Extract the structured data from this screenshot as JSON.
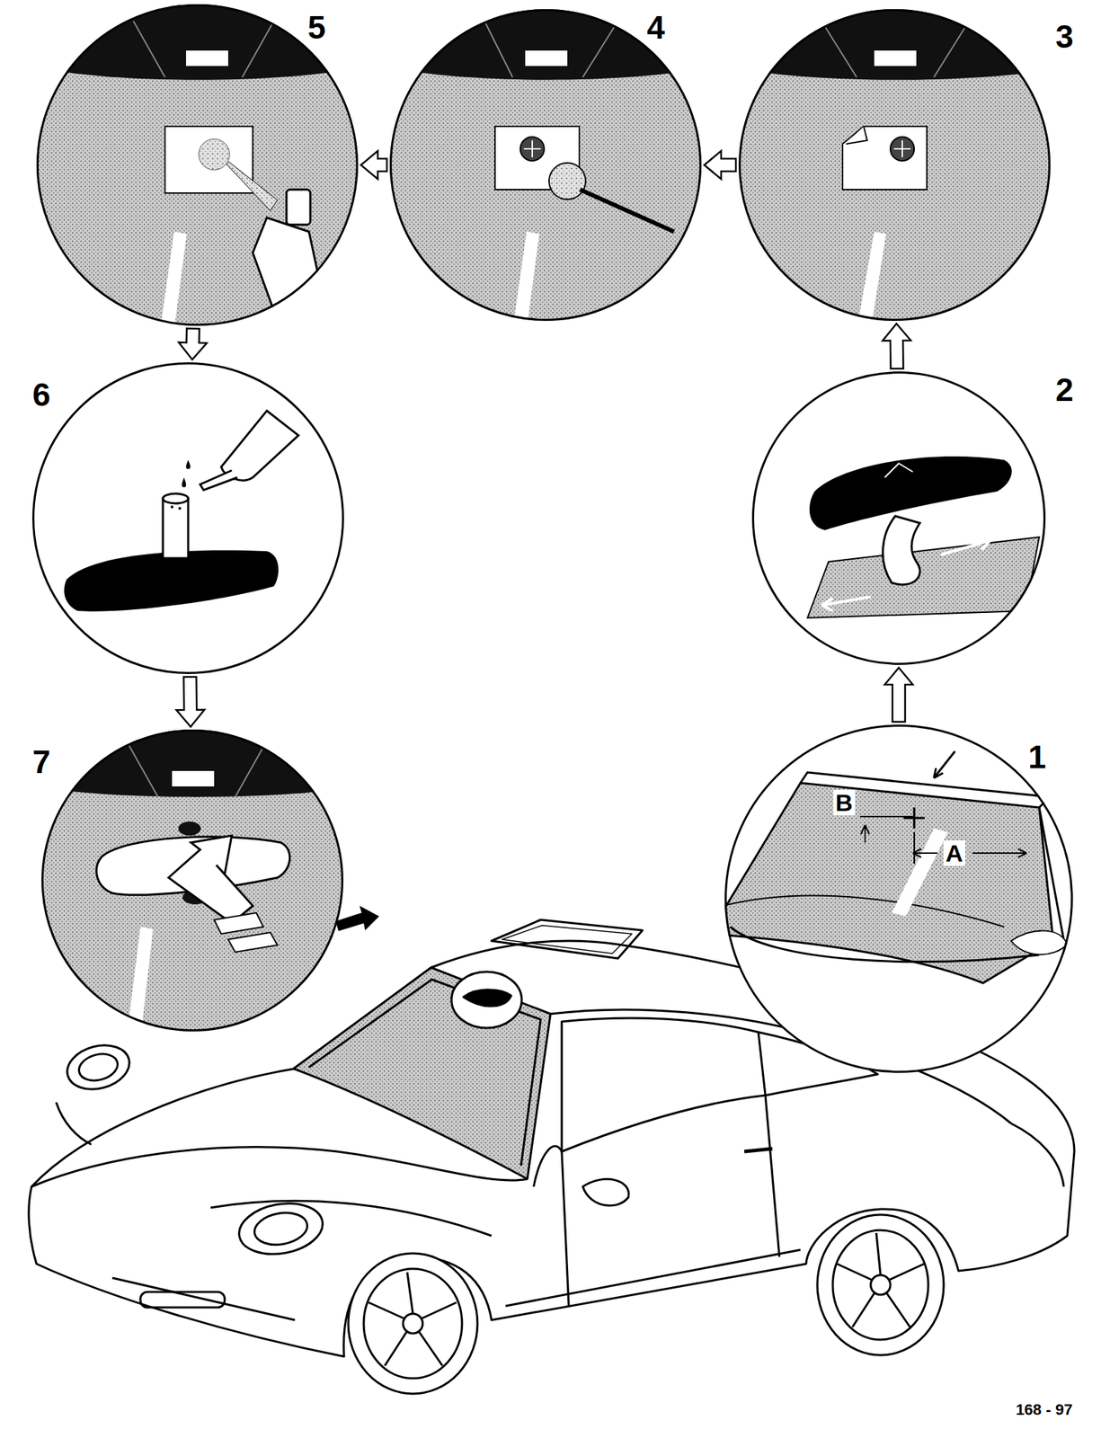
{
  "diagram": {
    "nodes": [
      {
        "text": [
          "1"
        ]
      },
      {
        "text": [
          "2"
        ]
      },
      {
        "text": [
          "3"
        ]
      },
      {
        "text": [
          "4"
        ]
      },
      {
        "text": [
          "5"
        ]
      },
      {
        "text": [
          "6"
        ]
      },
      {
        "text": [
          "7"
        ]
      }
    ],
    "edges": [
      {
        "from": 0,
        "to": 1,
        "arrow": "to"
      },
      {
        "from": 1,
        "to": 2,
        "arrow": "to"
      },
      {
        "from": 2,
        "to": 3,
        "arrow": "to"
      },
      {
        "from": 3,
        "to": 4,
        "arrow": "to"
      },
      {
        "from": 4,
        "to": 5,
        "arrow": "to"
      },
      {
        "from": 5,
        "to": 6,
        "arrow": "to"
      }
    ],
    "labels": [
      "B",
      "A",
      "168 - 97"
    ]
  }
}
